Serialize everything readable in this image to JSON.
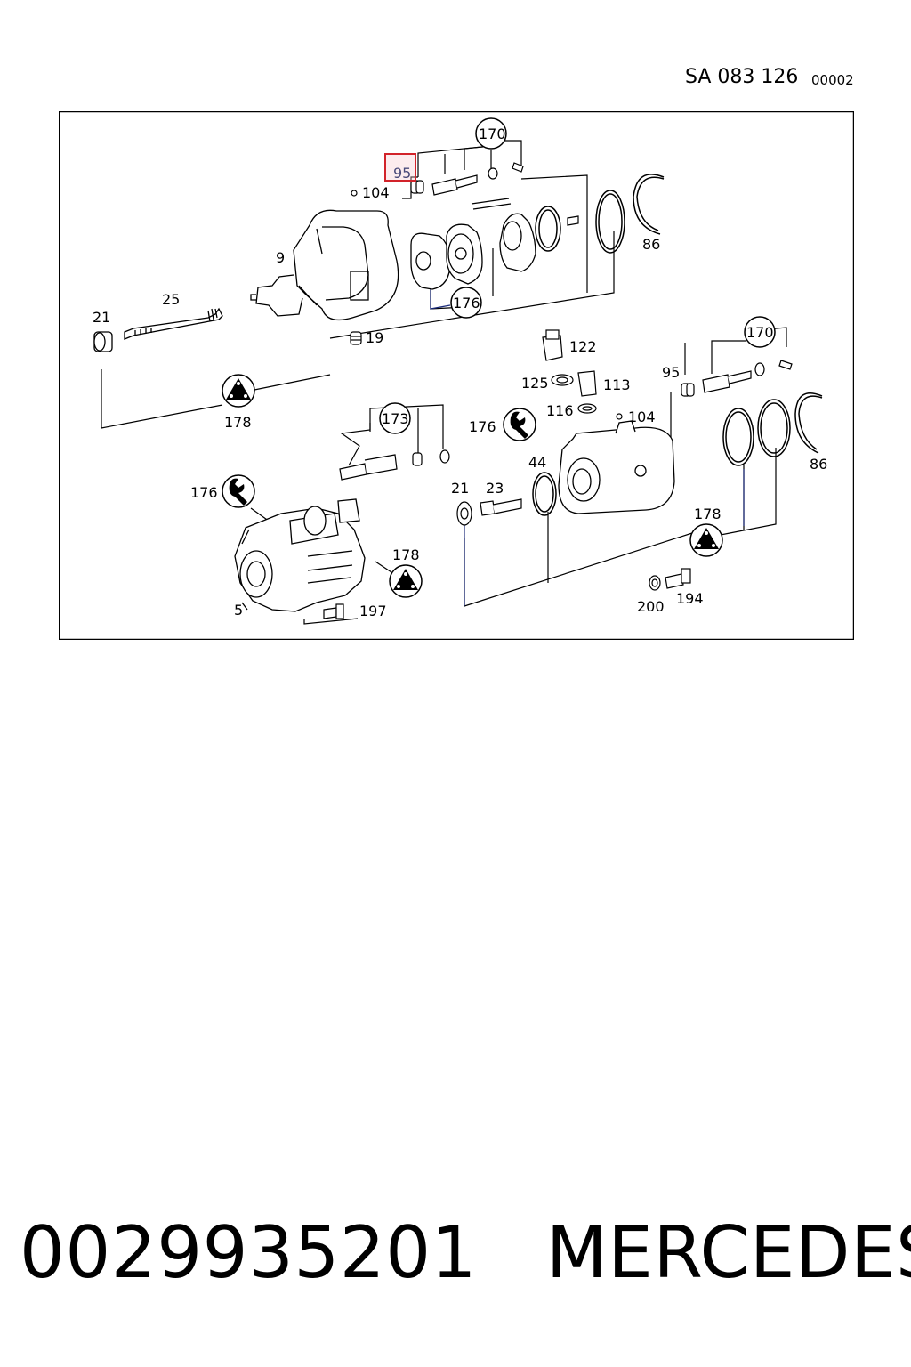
{
  "header": {
    "code": "SA 083 126",
    "sub": "00002"
  },
  "footer": {
    "part_number": "0029935201",
    "brand": "MERCEDES"
  },
  "highlight_color": "#d2232a",
  "highlight_fill": "#f6c9cd",
  "labels": {
    "l95a": "95",
    "l104a": "104",
    "l170a": "170",
    "l86a": "86",
    "l9": "9",
    "l25": "25",
    "l21a": "21",
    "l19": "19",
    "l176a": "176",
    "l178a": "178",
    "l122": "122",
    "l125": "125",
    "l113": "113",
    "l116": "116",
    "l104b": "104",
    "l170b": "170",
    "l95b": "95",
    "l86b": "86",
    "l173": "173",
    "l176b": "176",
    "l176c": "176",
    "l44": "44",
    "l21b": "21",
    "l23": "23",
    "l178b": "178",
    "l178c": "178",
    "l5": "5",
    "l197": "197",
    "l200": "200",
    "l194": "194"
  },
  "icons": {
    "wrench": "wrench-icon",
    "triangle": "triangle-plate-icon",
    "circle_ref": "reference-circle-icon"
  }
}
